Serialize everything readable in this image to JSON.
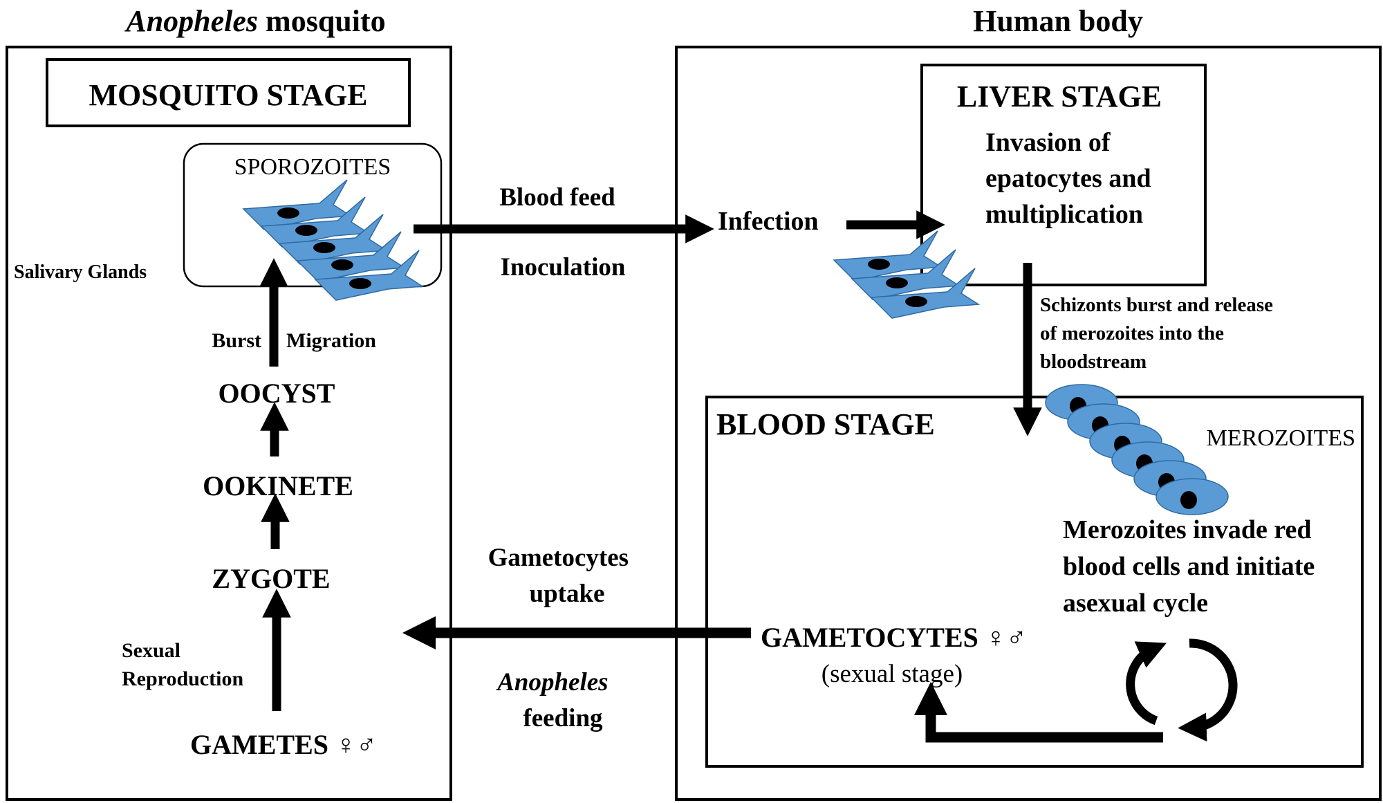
{
  "headers": {
    "mosquito_italic": "Anopheles",
    "mosquito_rest": " mosquito",
    "human": "Human body"
  },
  "stages": {
    "mosquito": "MOSQUITO STAGE",
    "liver": "LIVER STAGE",
    "blood": "BLOOD STAGE"
  },
  "mosquito_cycle": {
    "sporozoites": "SPOROZOITES",
    "salivary_glands": "Salivary Glands",
    "burst": "Burst",
    "migration": "Migration",
    "oocyst": "OOCYST",
    "ookinete": "OOKINETE",
    "zygote": "ZYGOTE",
    "sexual_reproduction": [
      "Sexual",
      "Reproduction"
    ],
    "gametes": "GAMETES ♀♂"
  },
  "transitions": {
    "blood_feed": "Blood feed",
    "inoculation": "Inoculation",
    "gametocytes_uptake": [
      "Gametocytes",
      "uptake"
    ],
    "anopheles": "Anopheles",
    "feeding": "feeding"
  },
  "liver_stage": {
    "infection": "Infection",
    "description": [
      "Invasion of",
      "epatocytes and",
      "multiplication"
    ],
    "schizonts": [
      "Schizonts burst and release",
      "of merozoites into the",
      "bloodstream"
    ]
  },
  "blood_stage": {
    "merozoites": "MEROZOITES",
    "description": [
      "Merozoites invade red",
      "blood cells and initiate",
      "asexual cycle"
    ],
    "gametocytes": "GAMETOCYTES ♀♂",
    "sexual_stage": "(sexual stage)"
  },
  "colors": {
    "cell_fill": "#5b9bd5",
    "cell_stroke": "#2e6aa3",
    "line": "#000000"
  }
}
